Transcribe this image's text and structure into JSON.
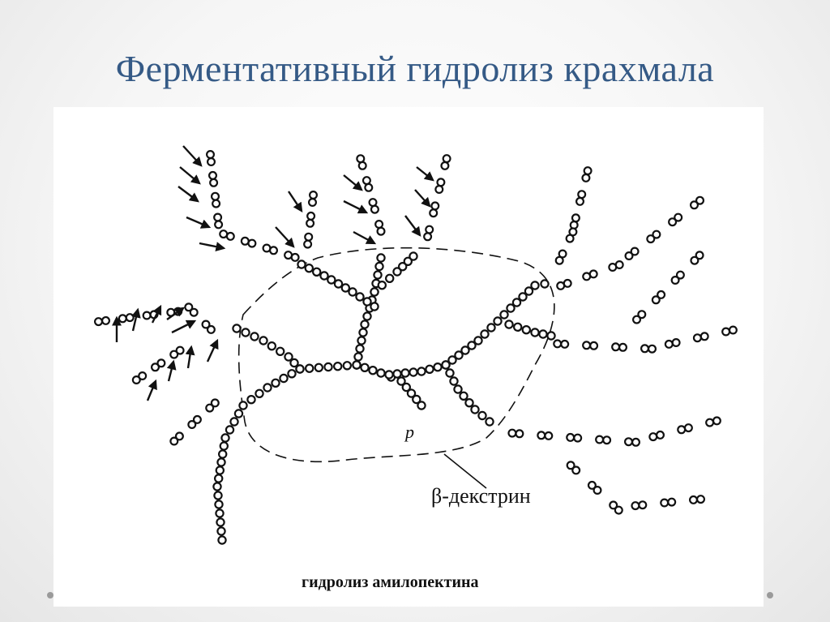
{
  "slide": {
    "title": "Ферментативный гидролиз крахмала"
  },
  "figure": {
    "label_p": "p",
    "label_dextrin": "β-декстрин",
    "caption": "гидролиз амилопектина"
  },
  "colors": {
    "title": "#355a86",
    "ink": "#111111"
  },
  "icons": [
    "arrow-icon",
    "glucose-residue-icon"
  ]
}
